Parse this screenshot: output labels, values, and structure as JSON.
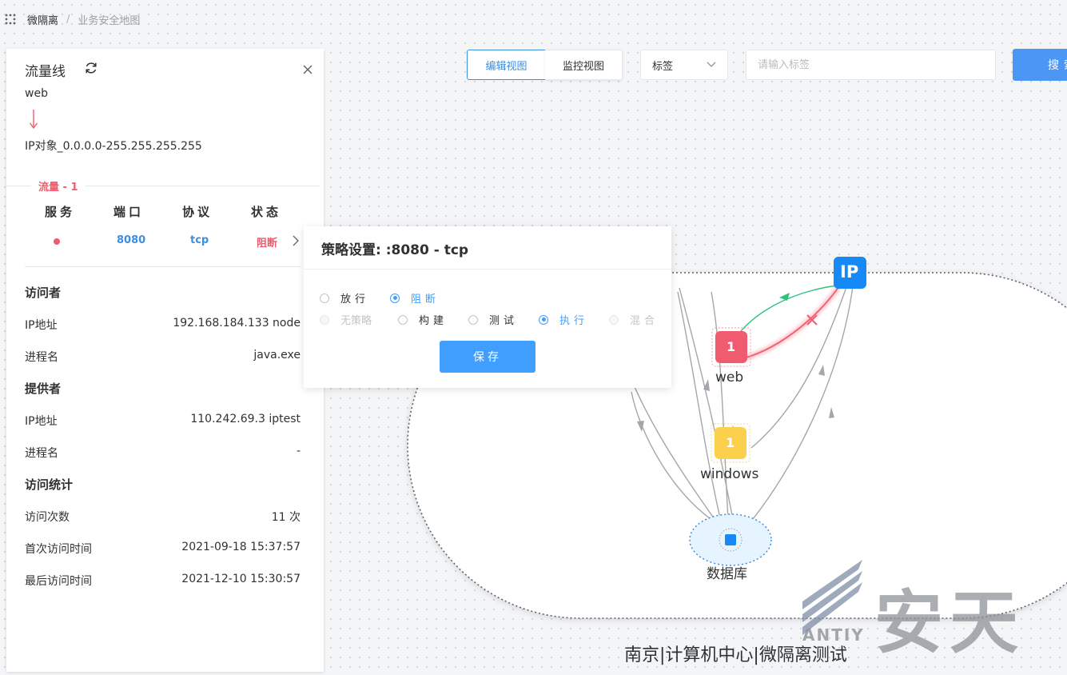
{
  "breadcrumb": {
    "root": "微隔离",
    "separator": "/",
    "current": "业务安全地图"
  },
  "toolbar": {
    "edit_view": "编辑视图",
    "monitor_view": "监控视图",
    "tag_select": "标签",
    "tag_placeholder": "请输入标签",
    "search_label": "搜索"
  },
  "panel": {
    "title": "流量线",
    "source": "web",
    "target": "IP对象_0.0.0.0-255.255.255.255",
    "flow_tag": "流量 - 1",
    "headers": {
      "service": "服务",
      "port": "端口",
      "protocol": "协议",
      "status": "状态"
    },
    "row": {
      "port": "8080",
      "protocol": "tcp",
      "status": "阻断"
    },
    "visitor": {
      "section": "访问者",
      "ip_label": "IP地址",
      "ip_value": "192.168.184.133 node",
      "proc_label": "进程名",
      "proc_value": "java.exe"
    },
    "provider": {
      "section": "提供者",
      "ip_label": "IP地址",
      "ip_value": "110.242.69.3 iptest",
      "proc_label": "进程名",
      "proc_value": "-"
    },
    "stats": {
      "section": "访问统计",
      "count_label": "访问次数",
      "count_value": "11 次",
      "first_label": "首次访问时间",
      "first_value": "2021-09-18 15:37:57",
      "last_label": "最后访问时间",
      "last_value": "2021-12-10 15:30:57"
    }
  },
  "policy": {
    "title": "策略设置: :8080 - tcp",
    "action_allow": "放行",
    "action_block": "阻断",
    "mode_none": "无策略",
    "mode_build": "构建",
    "mode_test": "测试",
    "mode_exec": "执行",
    "mode_mixed": "混合",
    "save_label": "保存"
  },
  "map": {
    "nodes": {
      "ip": "IP",
      "web_count": "1",
      "web_label": "web",
      "windows_count": "1",
      "windows_label": "windows",
      "db_label": "数据库"
    },
    "zone_label": "南京|计算机中心|微隔离测试"
  },
  "watermark": {
    "brand": "安天",
    "latin": "ANTIY"
  },
  "colors": {
    "accent": "#409eff",
    "danger": "#f05b6f",
    "warning": "#fbd04d",
    "success": "#2ec27e"
  }
}
